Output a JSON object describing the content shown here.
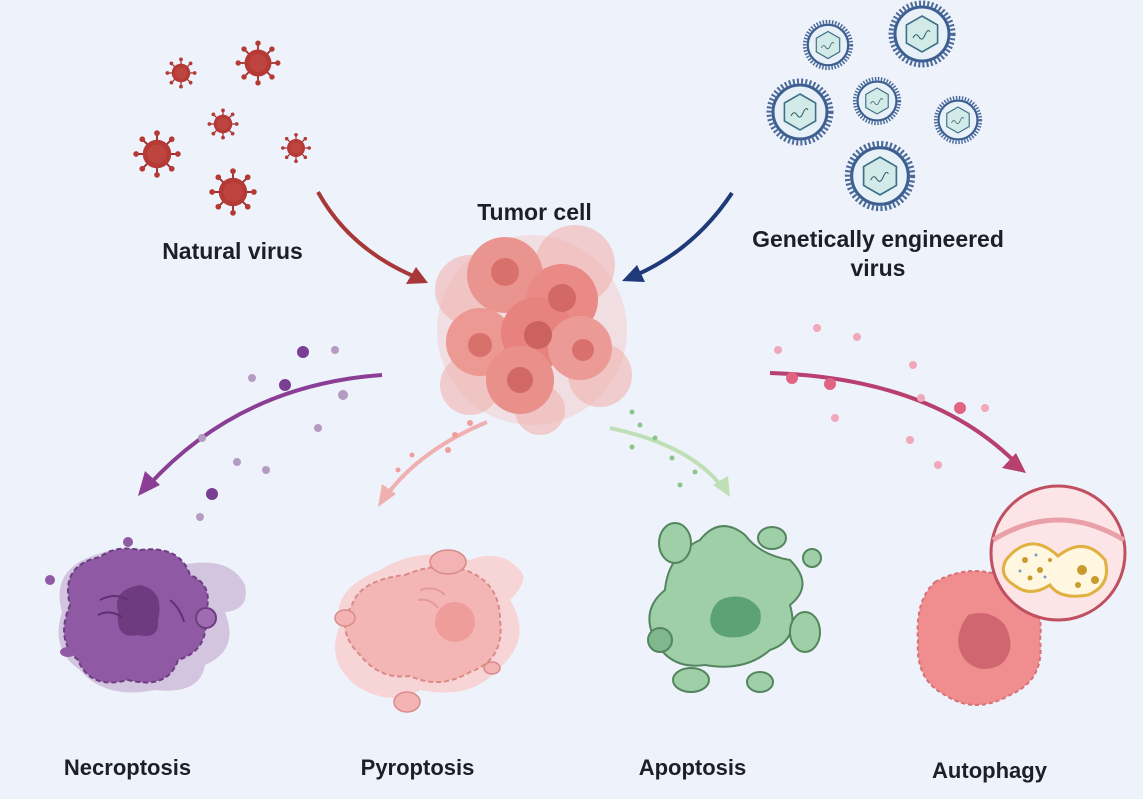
{
  "labels": {
    "natural_virus": "Natural virus",
    "tumor_cell": "Tumor cell",
    "engineered_virus": "Genetically engineered virus",
    "necroptosis": "Necroptosis",
    "pyroptosis": "Pyroptosis",
    "apoptosis": "Apoptosis",
    "autophagy": "Autophagy"
  },
  "colors": {
    "background": "#eef3fb",
    "natural_virus": "#b53a35",
    "natural_arrow": "#a83838",
    "engineered_virus": "#3e5f92",
    "engineered_arrow": "#1f3a78",
    "tumor": "#e98a86",
    "necroptosis": "#8a5a9e",
    "pyroptosis": "#f2b5b3",
    "apoptosis": "#8cc49a",
    "autophagy": "#b7406f",
    "autophagy_cell": "#ef8d8f"
  },
  "icons": {
    "natural_virus": "red-spiky-virus-icon",
    "engineered_virus": "hexagonal-capsid-virus-icon",
    "tumor_cell": "tumor-cell-cluster-icon",
    "necroptosis": "necroptotic-cell-icon",
    "pyroptosis": "pyroptotic-cell-icon",
    "apoptosis": "apoptotic-body-icon",
    "autophagy": "autophagosome-icon"
  }
}
